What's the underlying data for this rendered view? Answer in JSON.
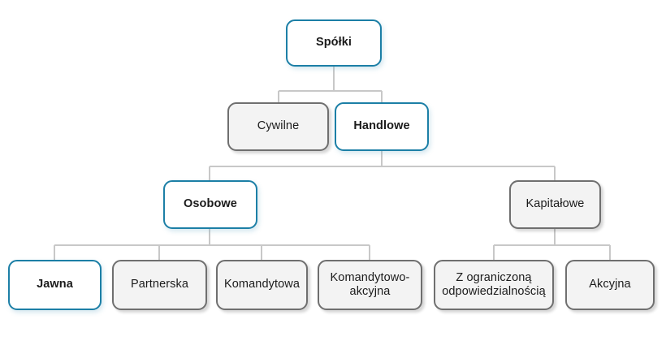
{
  "diagram": {
    "title": "Spółki",
    "type": "tree",
    "colors": {
      "highlight_border": "#1c7fa6",
      "highlight_fill": "#ffffff",
      "plain_border": "#6f6f6f",
      "plain_fill": "#f3f3f3",
      "connector": "#c8c8c8",
      "text": "#1b1b1b",
      "background": "#ffffff"
    },
    "nodes": {
      "root": {
        "label": "Spółki",
        "style": "highlight"
      },
      "cywilne": {
        "label": "Cywilne",
        "style": "plain"
      },
      "handlowe": {
        "label": "Handlowe",
        "style": "highlight"
      },
      "osobowe": {
        "label": "Osobowe",
        "style": "highlight"
      },
      "kapitalowe": {
        "label": "Kapitałowe",
        "style": "plain"
      },
      "jawna": {
        "label": "Jawna",
        "style": "highlight"
      },
      "partnerska": {
        "label": "Partnerska",
        "style": "plain"
      },
      "komandytowa": {
        "label": "Komandytowa",
        "style": "plain"
      },
      "komandytowo_akcyjna": {
        "label": "Komandytowo-\nakcyjna",
        "style": "plain"
      },
      "zoo": {
        "label": "Z ograniczoną\nodpowiedzialnością",
        "style": "plain"
      },
      "akcyjna": {
        "label": "Akcyjna",
        "style": "plain"
      }
    },
    "edges": [
      {
        "from": "root",
        "to": "cywilne"
      },
      {
        "from": "root",
        "to": "handlowe"
      },
      {
        "from": "handlowe",
        "to": "osobowe"
      },
      {
        "from": "handlowe",
        "to": "kapitalowe"
      },
      {
        "from": "osobowe",
        "to": "jawna"
      },
      {
        "from": "osobowe",
        "to": "partnerska"
      },
      {
        "from": "osobowe",
        "to": "komandytowa"
      },
      {
        "from": "osobowe",
        "to": "komandytowo_akcyjna"
      },
      {
        "from": "kapitalowe",
        "to": "zoo"
      },
      {
        "from": "kapitalowe",
        "to": "akcyjna"
      }
    ]
  }
}
